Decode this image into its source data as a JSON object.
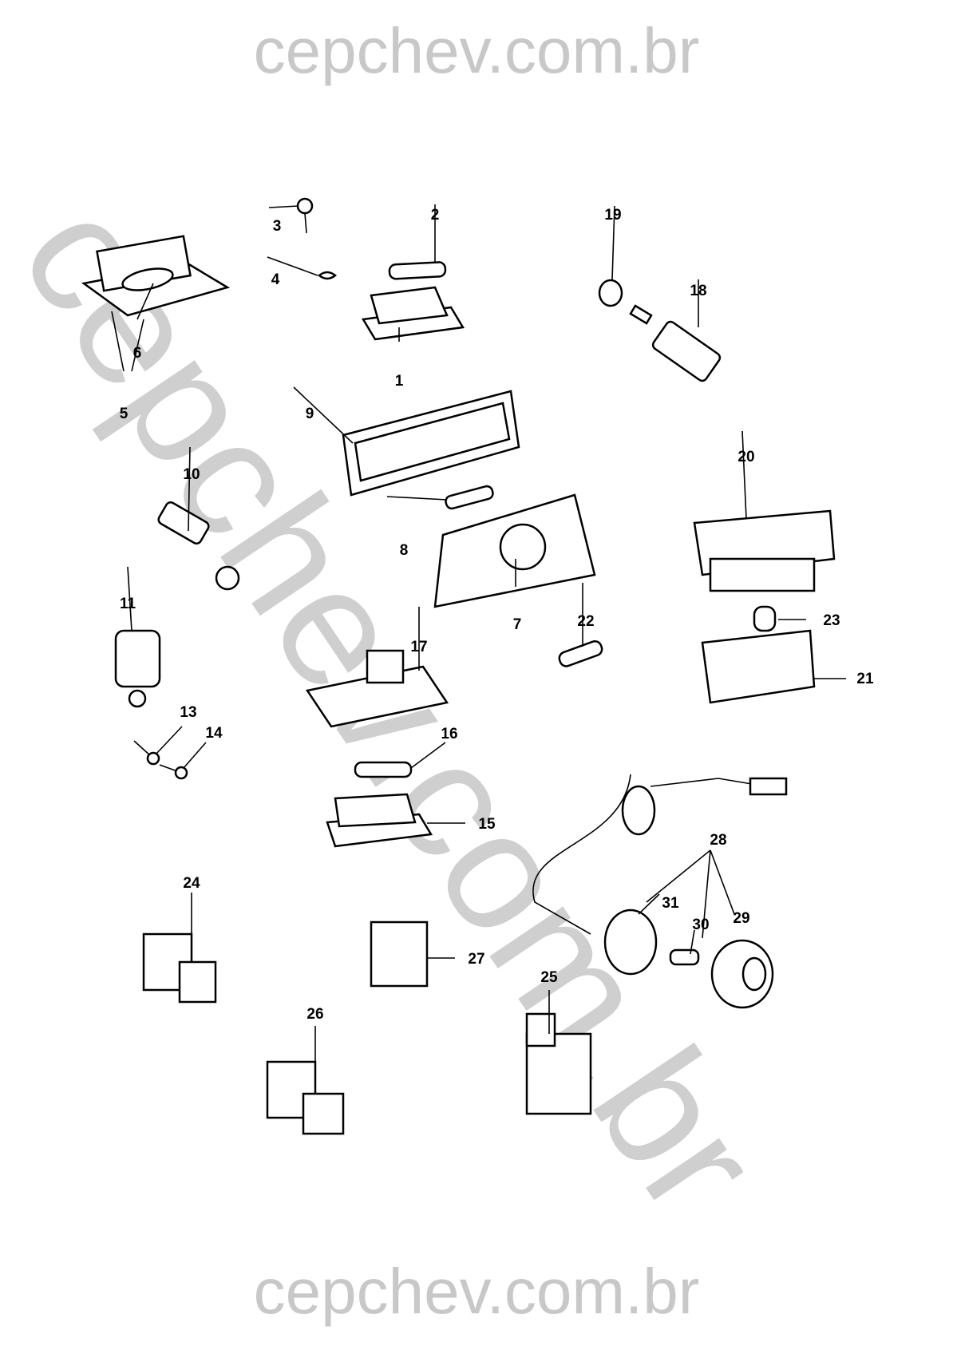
{
  "watermark": {
    "text": "cepchev.com.br"
  },
  "callouts": [
    "1",
    "2",
    "3",
    "4",
    "5",
    "6",
    "7",
    "8",
    "9",
    "10",
    "11",
    "13",
    "14",
    "15",
    "16",
    "17",
    "18",
    "19",
    "20",
    "21",
    "22",
    "23",
    "24",
    "25",
    "26",
    "27",
    "28",
    "29",
    "30",
    "31"
  ]
}
